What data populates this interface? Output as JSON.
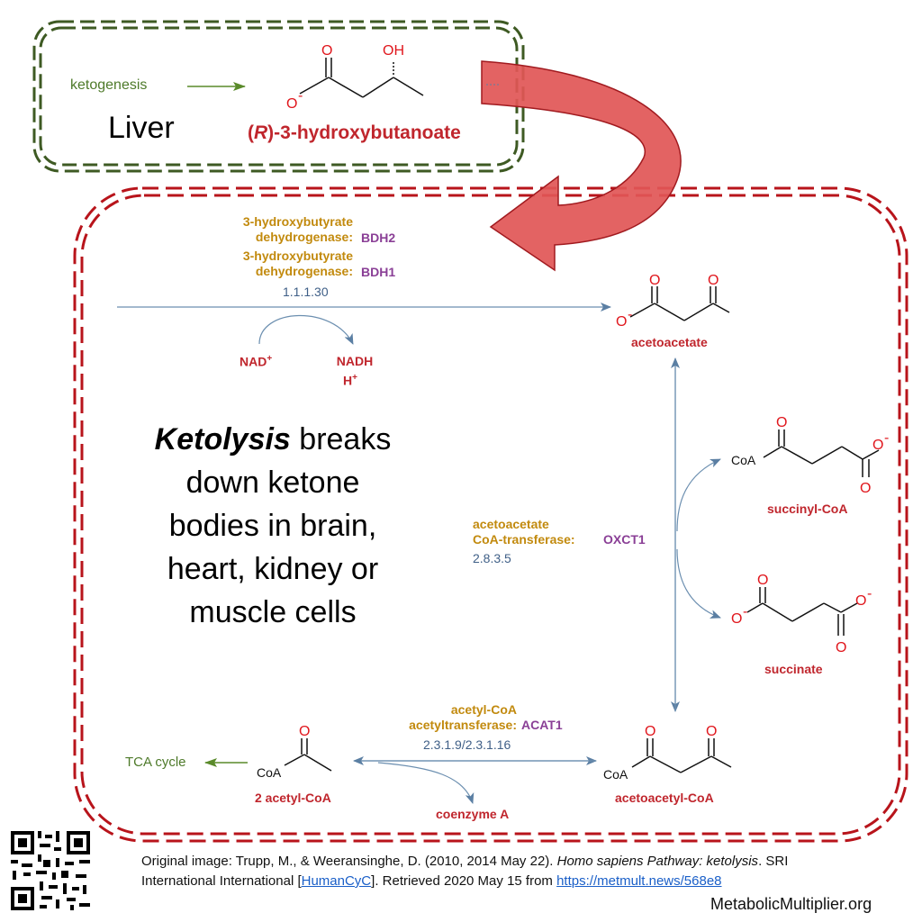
{
  "liver_box": {
    "ketogenesis": "ketogenesis",
    "liver": "Liver",
    "compound_prefix": "(",
    "compound_R": "R",
    "compound_suffix": ")-3-hydroxybutanoate"
  },
  "reaction1": {
    "enzyme1_line1": "3-hydroxybutyrate",
    "enzyme1_line2": "dehydrogenase:",
    "enzyme1_gene": "BDH2",
    "enzyme2_line1": "3-hydroxybutyrate",
    "enzyme2_line2": "dehydrogenase:",
    "enzyme2_gene": "BDH1",
    "ec": "1.1.1.30",
    "cofactor_in": "NAD",
    "cofactor_in_sup": "+",
    "cofactor_out1": "NADH",
    "cofactor_out2": "H",
    "cofactor_out2_sup": "+",
    "product": "acetoacetate"
  },
  "reaction2": {
    "enzyme_line1": "acetoacetate",
    "enzyme_line2": "CoA-transferase:",
    "gene": "OXCT1",
    "ec": "2.8.3.5",
    "substrate": "succinyl-CoA",
    "product": "succinate",
    "result": "acetoacetyl-CoA"
  },
  "reaction3": {
    "enzyme_line1": "acetyl-CoA",
    "enzyme_line2": "acetyltransferase:",
    "gene": "ACAT1",
    "ec": "2.3.1.9/2.3.1.16",
    "product": "2 acetyl-CoA",
    "byproduct": "coenzyme A",
    "tca": "TCA cycle"
  },
  "headline": {
    "bold": "Ketolysis",
    "line1_rest": " breaks",
    "line2": "down ketone",
    "line3": "bodies in brain,",
    "line4": "heart, kidney or",
    "line5": "muscle cells"
  },
  "atoms": {
    "O": "O",
    "OH": "OH",
    "Ominus": "O",
    "minus": "-",
    "CoA": "CoA"
  },
  "citation": {
    "part1": "Original image: Trupp, M., & Weeransinghe, D. (2010, 2014 May 22). ",
    "italic": "Homo sapiens Pathway: ketolysis",
    "part2": ". SRI",
    "line2_start": "International International [",
    "humancyc": "HumanCyC",
    "line2_mid": "]. Retrieved 2020 May 15 from ",
    "url": "https://metmult.news/568e8",
    "site": "MetabolicMultiplier.org"
  },
  "colors": {
    "liver_border": "#3e5a23",
    "cell_border": "#b8141b",
    "transport_arrow": "#e04a4a",
    "reaction_line": "#6c8fb0",
    "compound": "#c0262d",
    "enzyme": "#c28a0e",
    "gene": "#8a3f96",
    "ec": "#3f5f87",
    "green": "#4e7a2a"
  }
}
